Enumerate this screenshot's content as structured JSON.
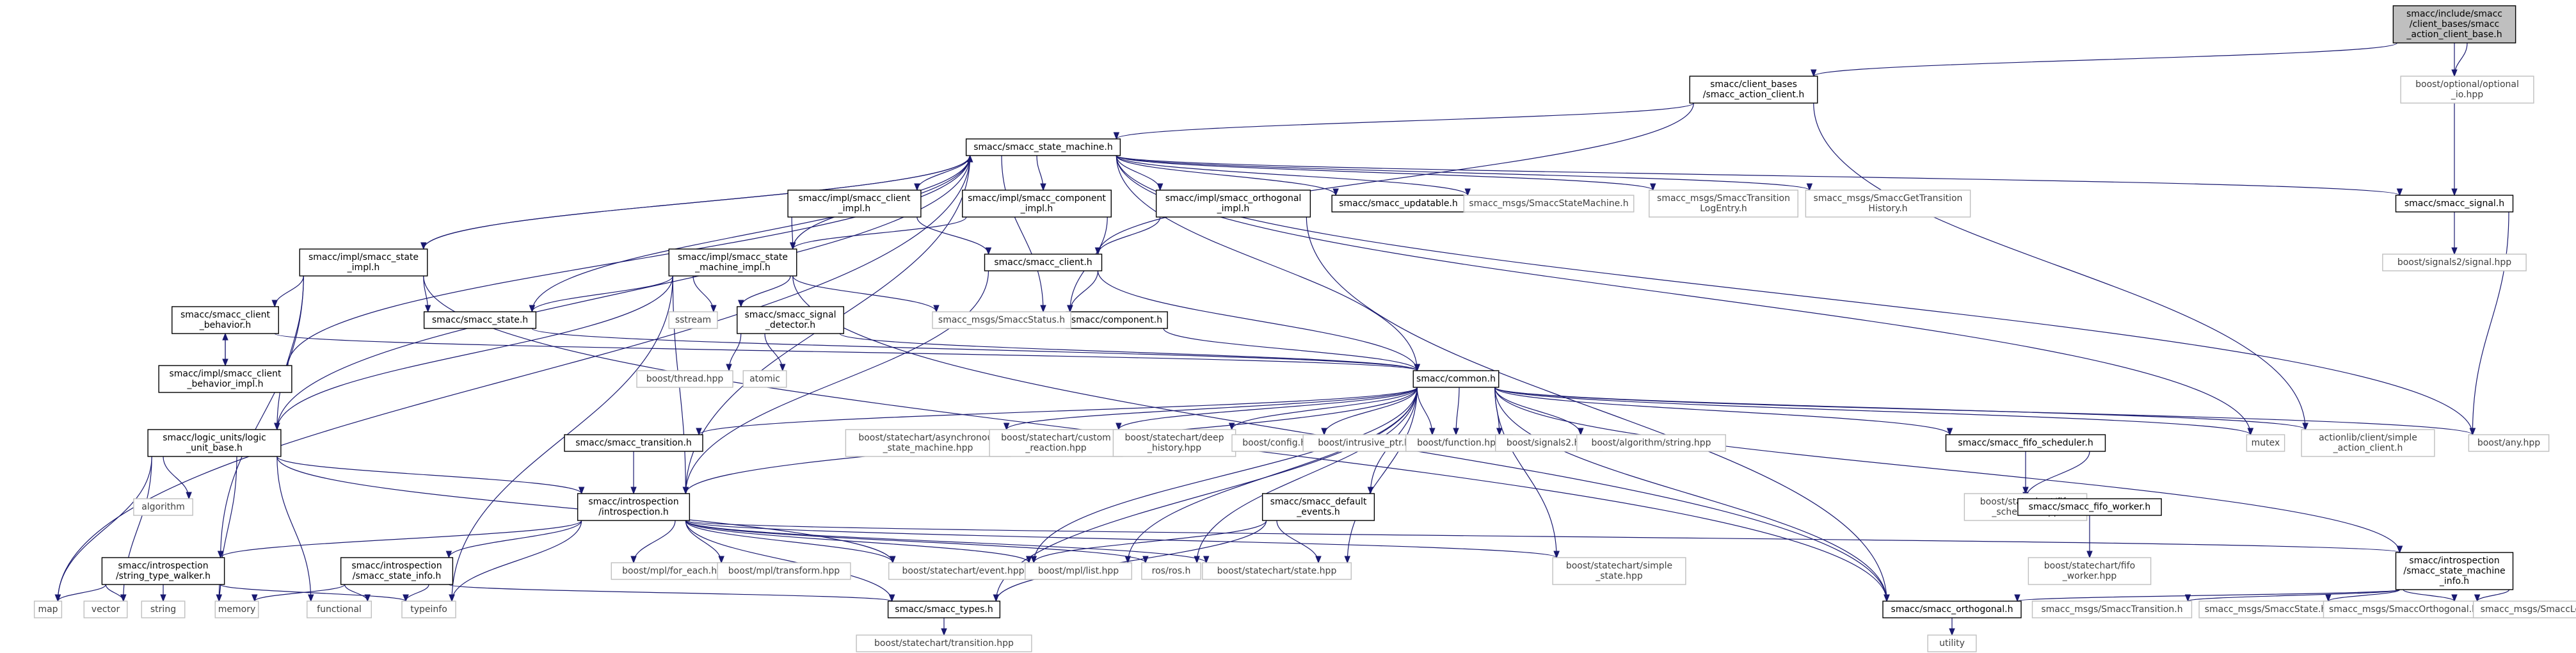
{
  "colors": {
    "edge": "#191970",
    "root_fill": "#bfbfbf",
    "normal_border": "#000000",
    "external_border": "#bfbfbf",
    "background": "#ffffff"
  },
  "nodes": [
    {
      "id": "root",
      "lines": [
        "smacc/include/smacc",
        "/client_bases/smacc",
        "_action_client_base.h"
      ],
      "kind": "root"
    },
    {
      "id": "client_bases_action_client",
      "lines": [
        "smacc/client_bases",
        "/smacc_action_client.h"
      ],
      "kind": "normal"
    },
    {
      "id": "boost_optional_io",
      "lines": [
        "boost/optional/optional",
        "_io.hpp"
      ],
      "kind": "external"
    },
    {
      "id": "smacc_state_machine",
      "lines": [
        "smacc/smacc_state_machine.h"
      ],
      "kind": "normal"
    },
    {
      "id": "impl_client_impl",
      "lines": [
        "smacc/impl/smacc_client",
        "_impl.h"
      ],
      "kind": "normal"
    },
    {
      "id": "impl_component_impl",
      "lines": [
        "smacc/impl/smacc_component",
        "_impl.h"
      ],
      "kind": "normal"
    },
    {
      "id": "impl_orthogonal_impl",
      "lines": [
        "smacc/impl/smacc_orthogonal",
        "_impl.h"
      ],
      "kind": "normal"
    },
    {
      "id": "smacc_updatable",
      "lines": [
        "smacc/smacc_updatable.h"
      ],
      "kind": "normal"
    },
    {
      "id": "smacc_msgs_statemachine",
      "lines": [
        "smacc_msgs/SmaccStateMachine.h"
      ],
      "kind": "external"
    },
    {
      "id": "smacc_msgs_transition_log",
      "lines": [
        "smacc_msgs/SmaccTransition",
        "LogEntry.h"
      ],
      "kind": "external"
    },
    {
      "id": "smacc_msgs_get_transition",
      "lines": [
        "smacc_msgs/SmaccGetTransition",
        "History.h"
      ],
      "kind": "external"
    },
    {
      "id": "smacc_signal",
      "lines": [
        "smacc/smacc_signal.h"
      ],
      "kind": "normal"
    },
    {
      "id": "boost_signals2_signal",
      "lines": [
        "boost/signals2/signal.hpp"
      ],
      "kind": "external"
    },
    {
      "id": "impl_state_impl",
      "lines": [
        "smacc/impl/smacc_state",
        "_impl.h"
      ],
      "kind": "normal"
    },
    {
      "id": "impl_state_machine_impl",
      "lines": [
        "smacc/impl/smacc_state",
        "_machine_impl.h"
      ],
      "kind": "normal"
    },
    {
      "id": "smacc_client",
      "lines": [
        "smacc/smacc_client.h"
      ],
      "kind": "normal"
    },
    {
      "id": "smacc_component",
      "lines": [
        "smacc/component.h"
      ],
      "kind": "normal"
    },
    {
      "id": "smacc_msgs_status",
      "lines": [
        "smacc_msgs/SmaccStatus.h"
      ],
      "kind": "external"
    },
    {
      "id": "smacc_state",
      "lines": [
        "smacc/smacc_state.h"
      ],
      "kind": "normal"
    },
    {
      "id": "sstream",
      "lines": [
        "sstream"
      ],
      "kind": "external"
    },
    {
      "id": "smacc_signal_detector",
      "lines": [
        "smacc/smacc_signal",
        "_detector.h"
      ],
      "kind": "normal"
    },
    {
      "id": "client_behavior",
      "lines": [
        "smacc/smacc_client",
        "_behavior.h"
      ],
      "kind": "normal"
    },
    {
      "id": "impl_client_behavior_impl",
      "lines": [
        "smacc/impl/smacc_client",
        "_behavior_impl.h"
      ],
      "kind": "normal"
    },
    {
      "id": "boost_thread",
      "lines": [
        "boost/thread.hpp"
      ],
      "kind": "external"
    },
    {
      "id": "atomic",
      "lines": [
        "atomic"
      ],
      "kind": "external"
    },
    {
      "id": "common",
      "lines": [
        "smacc/common.h"
      ],
      "kind": "normal"
    },
    {
      "id": "logic_unit_base",
      "lines": [
        "smacc/logic_units/logic",
        "_unit_base.h"
      ],
      "kind": "normal"
    },
    {
      "id": "smacc_transition",
      "lines": [
        "smacc/smacc_transition.h"
      ],
      "kind": "normal"
    },
    {
      "id": "boost_sc_async",
      "lines": [
        "boost/statechart/asynchronous",
        "_state_machine.hpp"
      ],
      "kind": "external"
    },
    {
      "id": "boost_sc_custom",
      "lines": [
        "boost/statechart/custom",
        "_reaction.hpp"
      ],
      "kind": "external"
    },
    {
      "id": "boost_sc_deep",
      "lines": [
        "boost/statechart/deep",
        "_history.hpp"
      ],
      "kind": "external"
    },
    {
      "id": "boost_config",
      "lines": [
        "boost/config.hpp"
      ],
      "kind": "external"
    },
    {
      "id": "boost_intrusive",
      "lines": [
        "boost/intrusive_ptr.hpp"
      ],
      "kind": "external"
    },
    {
      "id": "boost_function",
      "lines": [
        "boost/function.hpp"
      ],
      "kind": "external"
    },
    {
      "id": "boost_signals2",
      "lines": [
        "boost/signals2.hpp"
      ],
      "kind": "external"
    },
    {
      "id": "boost_algorithm",
      "lines": [
        "boost/algorithm/string.hpp"
      ],
      "kind": "external"
    },
    {
      "id": "fifo_scheduler",
      "lines": [
        "smacc/smacc_fifo_scheduler.h"
      ],
      "kind": "normal"
    },
    {
      "id": "mutex",
      "lines": [
        "mutex"
      ],
      "kind": "external"
    },
    {
      "id": "actionlib_simple",
      "lines": [
        "actionlib/client/simple",
        "_action_client.h"
      ],
      "kind": "external"
    },
    {
      "id": "boost_any",
      "lines": [
        "boost/any.hpp"
      ],
      "kind": "external"
    },
    {
      "id": "algorithm",
      "lines": [
        "algorithm"
      ],
      "kind": "external"
    },
    {
      "id": "introspection",
      "lines": [
        "smacc/introspection",
        "/introspection.h"
      ],
      "kind": "normal"
    },
    {
      "id": "default_events",
      "lines": [
        "smacc/smacc_default",
        "_events.h"
      ],
      "kind": "normal"
    },
    {
      "id": "boost_sc_fifo_scheduler",
      "lines": [
        "boost/statechart/fifo",
        "_scheduler.hpp"
      ],
      "kind": "external"
    },
    {
      "id": "fifo_worker",
      "lines": [
        "smacc/smacc_fifo_worker.h"
      ],
      "kind": "normal"
    },
    {
      "id": "boost_sc_fifo_worker",
      "lines": [
        "boost/statechart/fifo",
        "_worker.hpp"
      ],
      "kind": "external"
    },
    {
      "id": "string_type_walker",
      "lines": [
        "smacc/introspection",
        "/string_type_walker.h"
      ],
      "kind": "normal"
    },
    {
      "id": "smacc_state_info",
      "lines": [
        "smacc/introspection",
        "/smacc_state_info.h"
      ],
      "kind": "normal"
    },
    {
      "id": "boost_mpl_for_each",
      "lines": [
        "boost/mpl/for_each.hpp"
      ],
      "kind": "external"
    },
    {
      "id": "boost_mpl_transform",
      "lines": [
        "boost/mpl/transform.hpp"
      ],
      "kind": "external"
    },
    {
      "id": "boost_sc_event",
      "lines": [
        "boost/statechart/event.hpp"
      ],
      "kind": "external"
    },
    {
      "id": "boost_mpl_list",
      "lines": [
        "boost/mpl/list.hpp"
      ],
      "kind": "external"
    },
    {
      "id": "ros",
      "lines": [
        "ros/ros.h"
      ],
      "kind": "external"
    },
    {
      "id": "boost_sc_state",
      "lines": [
        "boost/statechart/state.hpp"
      ],
      "kind": "external"
    },
    {
      "id": "boost_sc_simple_state",
      "lines": [
        "boost/statechart/simple",
        "_state.hpp"
      ],
      "kind": "external"
    },
    {
      "id": "state_machine_info",
      "lines": [
        "smacc/introspection",
        "/smacc_state_machine",
        "_info.h"
      ],
      "kind": "normal"
    },
    {
      "id": "map",
      "lines": [
        "map"
      ],
      "kind": "external"
    },
    {
      "id": "vector",
      "lines": [
        "vector"
      ],
      "kind": "external"
    },
    {
      "id": "string",
      "lines": [
        "string"
      ],
      "kind": "external"
    },
    {
      "id": "memory",
      "lines": [
        "memory"
      ],
      "kind": "external"
    },
    {
      "id": "functional",
      "lines": [
        "functional"
      ],
      "kind": "external"
    },
    {
      "id": "typeinfo",
      "lines": [
        "typeinfo"
      ],
      "kind": "external"
    },
    {
      "id": "smacc_types",
      "lines": [
        "smacc/smacc_types.h"
      ],
      "kind": "normal"
    },
    {
      "id": "smacc_orthogonal",
      "lines": [
        "smacc/smacc_orthogonal.h"
      ],
      "kind": "normal"
    },
    {
      "id": "smacc_msgs_transition",
      "lines": [
        "smacc_msgs/SmaccTransition.h"
      ],
      "kind": "external"
    },
    {
      "id": "smacc_msgs_state",
      "lines": [
        "smacc_msgs/SmaccState.h"
      ],
      "kind": "external"
    },
    {
      "id": "smacc_msgs_orthogonal",
      "lines": [
        "smacc_msgs/SmaccOrthogonal.h"
      ],
      "kind": "external"
    },
    {
      "id": "smacc_msgs_logicunit",
      "lines": [
        "smacc_msgs/SmaccLogicUnit.h"
      ],
      "kind": "external"
    },
    {
      "id": "boost_sc_transition",
      "lines": [
        "boost/statechart/transition.hpp"
      ],
      "kind": "external"
    },
    {
      "id": "utility",
      "lines": [
        "utility"
      ],
      "kind": "external"
    }
  ],
  "edges": [
    [
      "root",
      "client_bases_action_client"
    ],
    [
      "root",
      "boost_optional_io"
    ],
    [
      "root",
      "smacc_signal"
    ],
    [
      "client_bases_action_client",
      "smacc_state_machine"
    ],
    [
      "client_bases_action_client",
      "smacc_client"
    ],
    [
      "client_bases_action_client",
      "actionlib_simple"
    ],
    [
      "smacc_state_machine",
      "impl_client_impl"
    ],
    [
      "smacc_state_machine",
      "impl_component_impl"
    ],
    [
      "smacc_state_machine",
      "impl_orthogonal_impl"
    ],
    [
      "smacc_state_machine",
      "smacc_updatable"
    ],
    [
      "smacc_state_machine",
      "smacc_msgs_statemachine"
    ],
    [
      "smacc_state_machine",
      "smacc_msgs_transition_log"
    ],
    [
      "smacc_state_machine",
      "smacc_msgs_get_transition"
    ],
    [
      "smacc_state_machine",
      "smacc_signal"
    ],
    [
      "smacc_state_machine",
      "impl_state_impl"
    ],
    [
      "smacc_state_machine",
      "smacc_state"
    ],
    [
      "smacc_state_machine",
      "common"
    ],
    [
      "smacc_state_machine",
      "smacc_msgs_status"
    ],
    [
      "smacc_state_machine",
      "mutex"
    ],
    [
      "smacc_state_machine",
      "boost_any"
    ],
    [
      "smacc_state_machine",
      "map"
    ],
    [
      "smacc_state_machine",
      "logic_unit_base"
    ],
    [
      "smacc_state_machine",
      "introspection"
    ],
    [
      "impl_client_impl",
      "impl_state_machine_impl"
    ],
    [
      "impl_client_impl",
      "smacc_client"
    ],
    [
      "impl_component_impl",
      "impl_state_machine_impl"
    ],
    [
      "impl_component_impl",
      "smacc_component"
    ],
    [
      "impl_orthogonal_impl",
      "smacc_client"
    ],
    [
      "impl_orthogonal_impl",
      "smacc_orthogonal"
    ],
    [
      "smacc_signal",
      "boost_signals2_signal"
    ],
    [
      "smacc_signal",
      "boost_any"
    ],
    [
      "impl_state_impl",
      "smacc_state_machine"
    ],
    [
      "impl_state_impl",
      "smacc_state"
    ],
    [
      "impl_state_impl",
      "client_behavior"
    ],
    [
      "impl_state_impl",
      "logic_unit_base"
    ],
    [
      "impl_state_impl",
      "string_type_walker"
    ],
    [
      "impl_state_impl",
      "smacc_orthogonal"
    ],
    [
      "impl_state_machine_impl",
      "smacc_state_machine"
    ],
    [
      "impl_state_machine_impl",
      "smacc_state"
    ],
    [
      "impl_state_machine_impl",
      "sstream"
    ],
    [
      "impl_state_machine_impl",
      "smacc_signal_detector"
    ],
    [
      "impl_state_machine_impl",
      "smacc_msgs_status"
    ],
    [
      "impl_state_machine_impl",
      "introspection"
    ],
    [
      "impl_state_machine_impl",
      "logic_unit_base"
    ],
    [
      "impl_state_machine_impl",
      "typeinfo"
    ],
    [
      "impl_state_machine_impl",
      "smacc_orthogonal"
    ],
    [
      "smacc_client",
      "smacc_component"
    ],
    [
      "smacc_client",
      "common"
    ],
    [
      "smacc_client",
      "introspection"
    ],
    [
      "smacc_component",
      "common"
    ],
    [
      "smacc_signal_detector",
      "boost_thread"
    ],
    [
      "smacc_signal_detector",
      "atomic"
    ],
    [
      "smacc_signal_detector",
      "common"
    ],
    [
      "smacc_state",
      "common"
    ],
    [
      "client_behavior",
      "impl_client_behavior_impl"
    ],
    [
      "client_behavior",
      "common"
    ],
    [
      "impl_client_behavior_impl",
      "client_behavior"
    ],
    [
      "impl_client_behavior_impl",
      "smacc_state_machine"
    ],
    [
      "logic_unit_base",
      "algorithm"
    ],
    [
      "logic_unit_base",
      "introspection"
    ],
    [
      "logic_unit_base",
      "map"
    ],
    [
      "logic_unit_base",
      "vector"
    ],
    [
      "logic_unit_base",
      "memory"
    ],
    [
      "logic_unit_base",
      "functional"
    ],
    [
      "logic_unit_base",
      "boost_sc_event"
    ],
    [
      "common",
      "smacc_transition"
    ],
    [
      "common",
      "boost_sc_async"
    ],
    [
      "common",
      "boost_sc_custom"
    ],
    [
      "common",
      "boost_sc_deep"
    ],
    [
      "common",
      "boost_config"
    ],
    [
      "common",
      "boost_intrusive"
    ],
    [
      "common",
      "boost_function"
    ],
    [
      "common",
      "boost_signals2"
    ],
    [
      "common",
      "boost_algorithm"
    ],
    [
      "common",
      "fifo_scheduler"
    ],
    [
      "common",
      "mutex"
    ],
    [
      "common",
      "actionlib_simple"
    ],
    [
      "common",
      "boost_any"
    ],
    [
      "common",
      "default_events"
    ],
    [
      "common",
      "introspection"
    ],
    [
      "common",
      "boost_sc_event"
    ],
    [
      "common",
      "boost_mpl_list"
    ],
    [
      "common",
      "ros"
    ],
    [
      "common",
      "boost_sc_state"
    ],
    [
      "common",
      "boost_sc_simple_state"
    ],
    [
      "common",
      "smacc_types"
    ],
    [
      "common",
      "smacc_orthogonal"
    ],
    [
      "common",
      "state_machine_info"
    ],
    [
      "smacc_transition",
      "introspection"
    ],
    [
      "fifo_scheduler",
      "boost_sc_fifo_scheduler"
    ],
    [
      "fifo_scheduler",
      "fifo_worker"
    ],
    [
      "fifo_worker",
      "boost_sc_fifo_worker"
    ],
    [
      "default_events",
      "boost_sc_event"
    ],
    [
      "default_events",
      "boost_sc_state"
    ],
    [
      "default_events",
      "smacc_types"
    ],
    [
      "introspection",
      "string_type_walker"
    ],
    [
      "introspection",
      "smacc_state_info"
    ],
    [
      "introspection",
      "boost_mpl_for_each"
    ],
    [
      "introspection",
      "boost_mpl_transform"
    ],
    [
      "introspection",
      "boost_sc_event"
    ],
    [
      "introspection",
      "boost_mpl_list"
    ],
    [
      "introspection",
      "ros"
    ],
    [
      "introspection",
      "boost_sc_state"
    ],
    [
      "introspection",
      "boost_sc_simple_state"
    ],
    [
      "introspection",
      "state_machine_info"
    ],
    [
      "introspection",
      "typeinfo"
    ],
    [
      "introspection",
      "smacc_types"
    ],
    [
      "string_type_walker",
      "map"
    ],
    [
      "string_type_walker",
      "vector"
    ],
    [
      "string_type_walker",
      "string"
    ],
    [
      "string_type_walker",
      "memory"
    ],
    [
      "string_type_walker",
      "typeinfo"
    ],
    [
      "smacc_state_info",
      "memory"
    ],
    [
      "smacc_state_info",
      "functional"
    ],
    [
      "smacc_state_info",
      "typeinfo"
    ],
    [
      "smacc_state_info",
      "smacc_types"
    ],
    [
      "state_machine_info",
      "smacc_orthogonal"
    ],
    [
      "state_machine_info",
      "smacc_msgs_transition"
    ],
    [
      "state_machine_info",
      "smacc_msgs_state"
    ],
    [
      "state_machine_info",
      "smacc_msgs_orthogonal"
    ],
    [
      "state_machine_info",
      "smacc_msgs_logicunit"
    ],
    [
      "smacc_types",
      "boost_sc_transition"
    ],
    [
      "smacc_orthogonal",
      "utility"
    ]
  ]
}
